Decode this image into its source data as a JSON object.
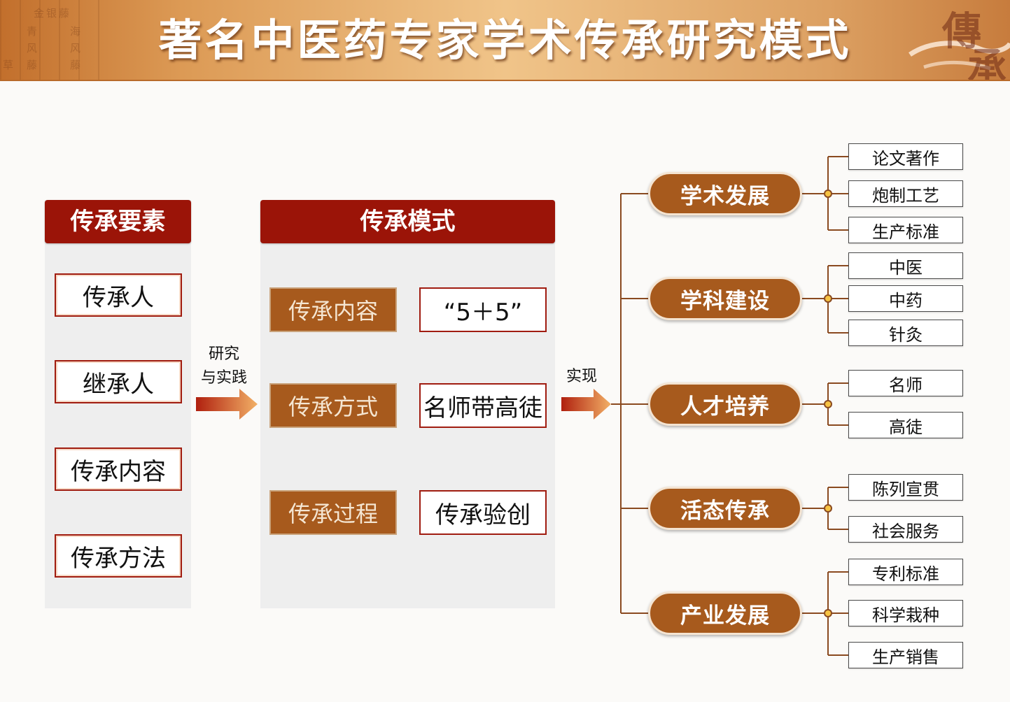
{
  "title": "著名中医药专家学术传承研究模式",
  "seal_chars": [
    "傳",
    "承"
  ],
  "header_deco_chars": [
    "金",
    "银",
    "藤",
    "青",
    "风",
    "藤",
    "海",
    "风",
    "藤",
    "草"
  ],
  "elements_panel": {
    "heading": "传承要素",
    "items": [
      "传承人",
      "继承人",
      "传承内容",
      "传承方法"
    ]
  },
  "link_research": [
    "研究",
    "与实践"
  ],
  "mode_panel": {
    "heading": "传承模式",
    "rows": [
      {
        "left": "传承内容",
        "right": "“5＋5”"
      },
      {
        "left": "传承方式",
        "right": "名师带高徒"
      },
      {
        "left": "传承过程",
        "right": "传承验创"
      }
    ]
  },
  "link_realize": "实现",
  "outcomes": [
    {
      "label": "学术发展",
      "leaves": [
        "论文著作",
        "炮制工艺",
        "生产标准"
      ]
    },
    {
      "label": "学科建设",
      "leaves": [
        "中医",
        "中药",
        "针灸"
      ]
    },
    {
      "label": "人才培养",
      "leaves": [
        "名师",
        "高徒"
      ]
    },
    {
      "label": "活态传承",
      "leaves": [
        "陈列宣贯",
        "社会服务"
      ]
    },
    {
      "label": "产业发展",
      "leaves": [
        "专利标准",
        "科学栽种",
        "生产销售"
      ]
    }
  ],
  "colors": {
    "header_bg": "#dc9a55",
    "panel_heading_bg": "#9b1408",
    "brown_fill": "#a75a1d",
    "connector": "#8a4a20",
    "arrow_start": "#b0200f",
    "arrow_end": "#f2b066"
  }
}
